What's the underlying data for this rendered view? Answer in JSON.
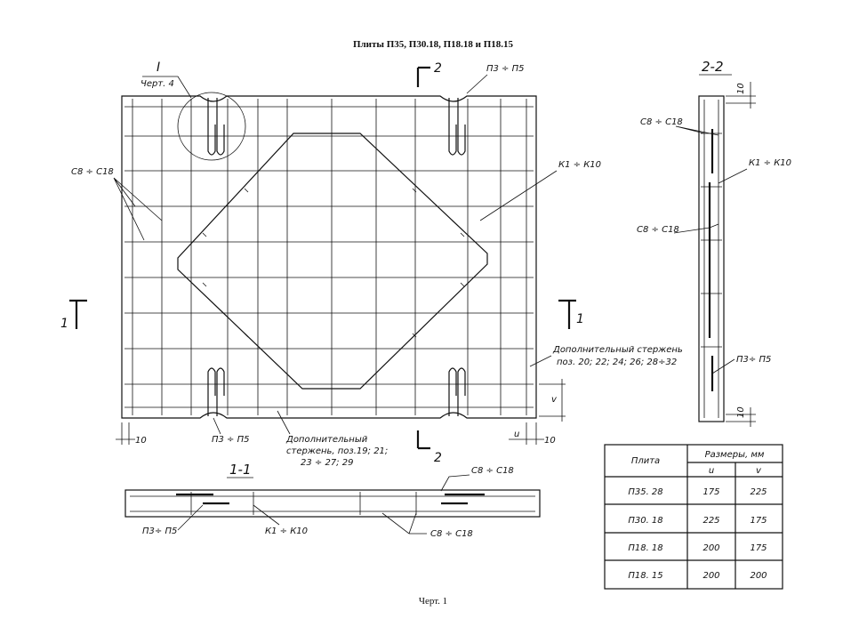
{
  "title": "Плиты П35, П30.18, П18.18 и П18.15",
  "caption": "Черт. 1",
  "plan": {
    "detail_mark": "I",
    "detail_ref": "Черт. 4",
    "section_2_top": "2",
    "section_2_bottom": "2",
    "section_1_left": "1",
    "section_1_right": "1",
    "loops_top": "П3 ÷ П5",
    "loops_bottom": "П3 ÷ П5",
    "mesh_left": "С8 ÷ С18",
    "frames": "К1 ÷ К10",
    "extra_bar_right_1": "Дополнительный стержень",
    "extra_bar_right_2": "поз. 20; 22; 24; 26; 28÷32",
    "extra_bar_bottom_1": "Дополнительный",
    "extra_bar_bottom_2": "стержень, поз.19; 21;",
    "extra_bar_bottom_3": "23 ÷ 27; 29",
    "dim_left": "10",
    "dim_u": "u",
    "dim_right": "10",
    "dim_v": "v"
  },
  "section_11": {
    "title": "1-1",
    "loops": "П3÷ П5",
    "frames": "К1 ÷ К10",
    "mesh_top": "С8 ÷ С18",
    "mesh_bottom": "С8 ÷ С18"
  },
  "section_22": {
    "title": "2-2",
    "mesh_top": "С8 ÷ С18",
    "frames": "К1 ÷ К10",
    "mesh_mid": "С8 ÷ С18",
    "loops": "П3÷ П5",
    "dim_top": "10",
    "dim_bottom": "10"
  },
  "table": {
    "col_slab": "Плита",
    "col_sizes": "Размеры, мм",
    "col_u": "u",
    "col_v": "v",
    "rows": [
      {
        "name": "П35. 28",
        "u": "175",
        "v": "225"
      },
      {
        "name": "П30. 18",
        "u": "225",
        "v": "175"
      },
      {
        "name": "П18. 18",
        "u": "200",
        "v": "175"
      },
      {
        "name": "П18. 15",
        "u": "200",
        "v": "200"
      }
    ]
  }
}
